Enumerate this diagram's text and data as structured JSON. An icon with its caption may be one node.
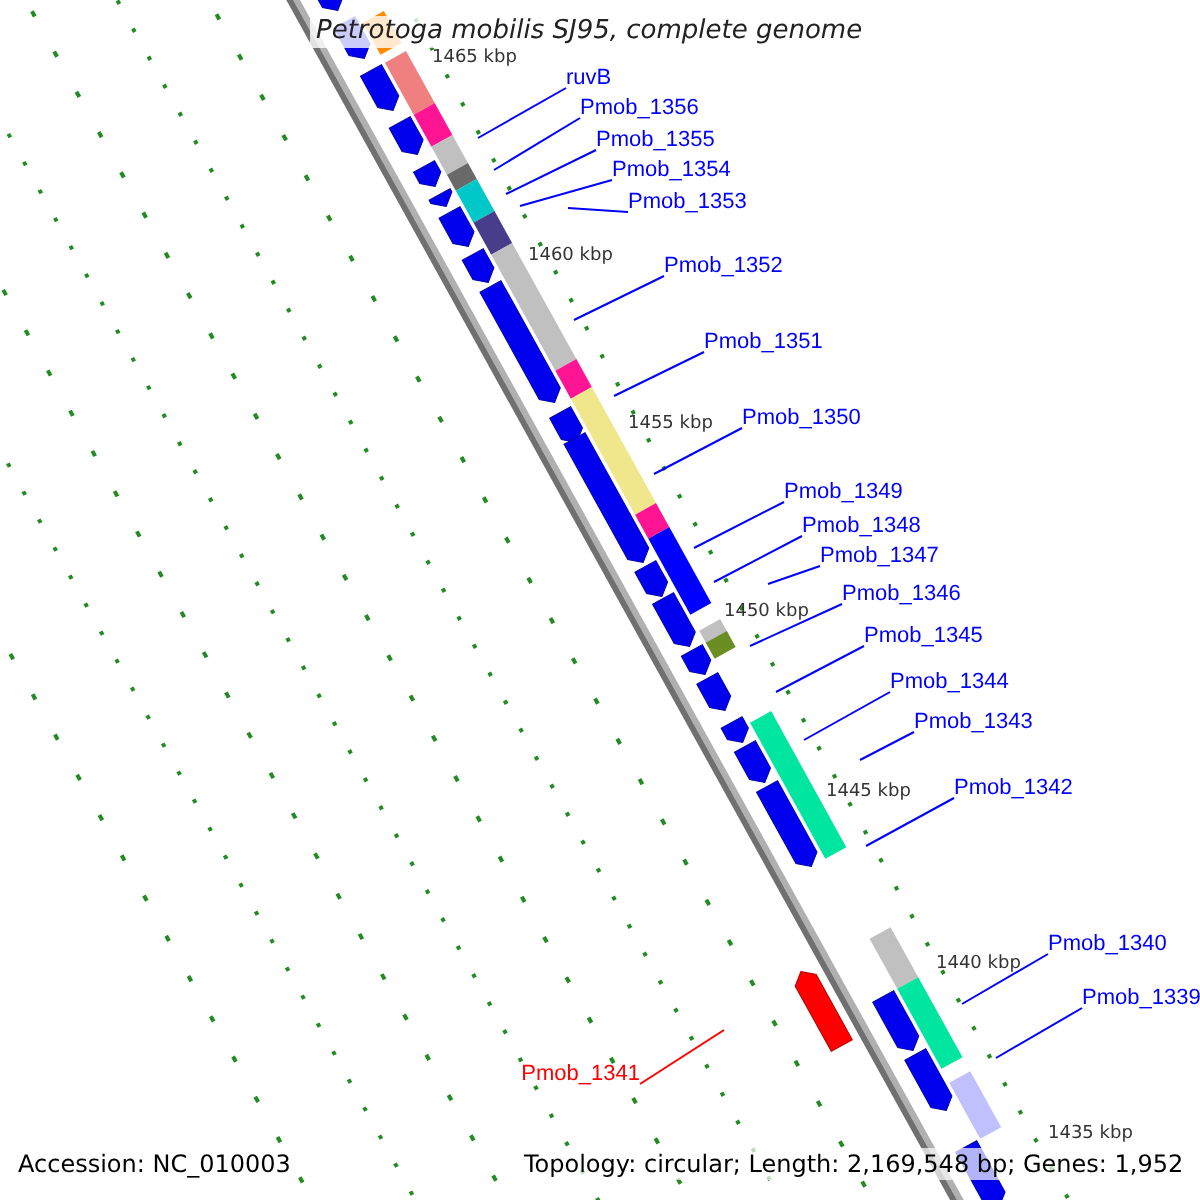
{
  "diagram": {
    "title": "Petrotoga mobilis SJ95, complete genome",
    "nodes": [
      {
        "text": [
          "ruvB"
        ]
      },
      {
        "text": [
          "Pmob_1356"
        ]
      },
      {
        "text": [
          "Pmob_1355"
        ]
      },
      {
        "text": [
          "Pmob_1354"
        ]
      },
      {
        "text": [
          "Pmob_1353"
        ]
      },
      {
        "text": [
          "Pmob_1352"
        ]
      },
      {
        "text": [
          "Pmob_1351"
        ]
      },
      {
        "text": [
          "Pmob_1350"
        ]
      },
      {
        "text": [
          "Pmob_1349"
        ]
      },
      {
        "text": [
          "Pmob_1348"
        ]
      },
      {
        "text": [
          "Pmob_1347"
        ]
      },
      {
        "text": [
          "Pmob_1346"
        ]
      },
      {
        "text": [
          "Pmob_1345"
        ]
      },
      {
        "text": [
          "Pmob_1344"
        ]
      },
      {
        "text": [
          "Pmob_1343"
        ]
      },
      {
        "text": [
          "Pmob_1342"
        ]
      },
      {
        "text": [
          "Pmob_1340"
        ]
      },
      {
        "text": [
          "Pmob_1339"
        ]
      },
      {
        "text": [
          "Pmob_1341"
        ]
      }
    ],
    "edges": [
      {
        "from": 0,
        "to": null,
        "arrow": "none"
      },
      {
        "from": 1,
        "to": null,
        "arrow": "none"
      },
      {
        "from": 2,
        "to": null,
        "arrow": "none"
      },
      {
        "from": 3,
        "to": null,
        "arrow": "none"
      },
      {
        "from": 4,
        "to": null,
        "arrow": "none"
      },
      {
        "from": 5,
        "to": null,
        "arrow": "none"
      },
      {
        "from": 6,
        "to": null,
        "arrow": "none"
      },
      {
        "from": 7,
        "to": null,
        "arrow": "none"
      },
      {
        "from": 8,
        "to": null,
        "arrow": "none"
      },
      {
        "from": 9,
        "to": null,
        "arrow": "none"
      },
      {
        "from": 10,
        "to": null,
        "arrow": "none"
      },
      {
        "from": 11,
        "to": null,
        "arrow": "none"
      },
      {
        "from": 12,
        "to": null,
        "arrow": "none"
      },
      {
        "from": 13,
        "to": null,
        "arrow": "none"
      },
      {
        "from": 14,
        "to": null,
        "arrow": "none"
      },
      {
        "from": 15,
        "to": null,
        "arrow": "none"
      },
      {
        "from": 16,
        "to": null,
        "arrow": "none"
      },
      {
        "from": 17,
        "to": null,
        "arrow": "none"
      },
      {
        "from": 18,
        "to": null,
        "arrow": "none",
        "color": "#ff0000"
      }
    ],
    "labels": [
      "1465 kbp",
      "1460 kbp",
      "1455 kbp",
      "1450 kbp",
      "1445 kbp",
      "1440 kbp",
      "1435 kbp",
      "Accession: NC_010003",
      "Topology: circular; Length: 2,169,548 bp; Genes: 1,952"
    ]
  }
}
